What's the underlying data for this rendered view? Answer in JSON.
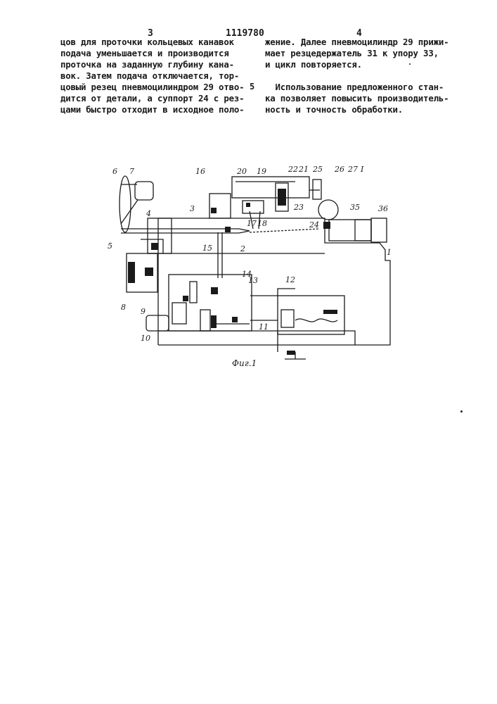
{
  "header": {
    "page_left": "3",
    "patent_number": "1119780",
    "page_right": "4"
  },
  "left_column": [
    "цов для проточки кольцевых канавок",
    "подача уменьшается и производится",
    "проточка на заданную глубину кана-",
    "вок. Затем подача отключается, тор-",
    "цовый резец пневмоцилиндром 29 отво-",
    "дится от детали, а суппорт 24 с рез-",
    "цами быстро отходит в исходное поло-"
  ],
  "right_column": [
    "жение. Далее пневмоцилиндр 29 прижи-",
    "мает резцедержатель 31 к упору 33,",
    "и цикл повторяется.",
    "",
    "  Использование предложенного стан-",
    "ка позволяет повысить производитель-",
    "ность и точность обработки."
  ],
  "line_marker": "5",
  "figure": {
    "caption": "Фиг.1",
    "labels": [
      "1",
      "2",
      "3",
      "4",
      "5",
      "6",
      "7",
      "8",
      "9",
      "10",
      "11",
      "12",
      "13",
      "14",
      "15",
      "16",
      "17",
      "18",
      "19",
      "20",
      "21",
      "22",
      "23",
      "24",
      "25",
      "26",
      "27",
      "35",
      "36",
      "I"
    ]
  }
}
